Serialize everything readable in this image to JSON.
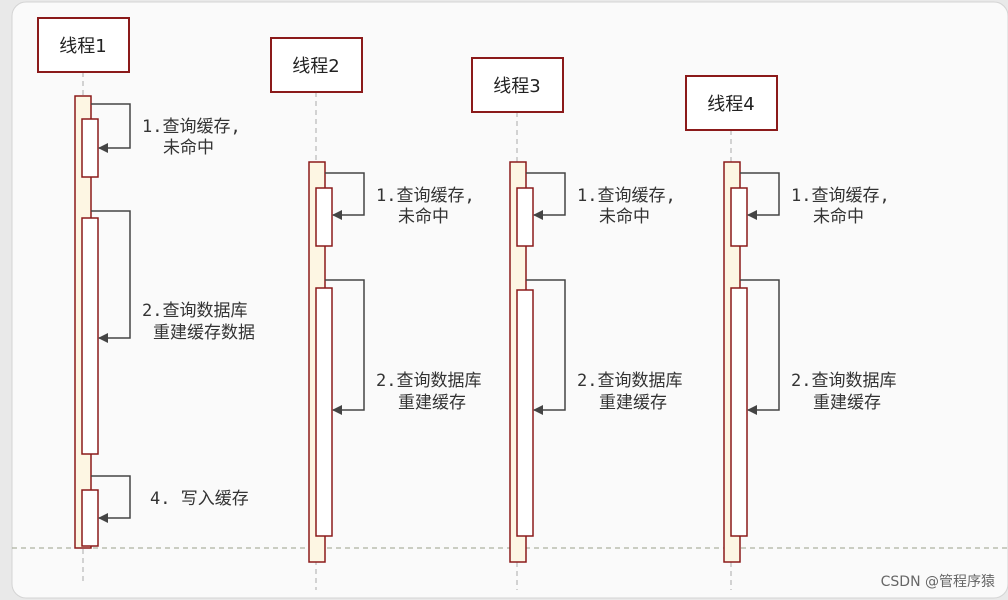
{
  "threads": [
    {
      "name": "线程1"
    },
    {
      "name": "线程2"
    },
    {
      "name": "线程3"
    },
    {
      "name": "线程4"
    }
  ],
  "thread1_steps": {
    "query_line1": "1.查询缓存,",
    "query_line2": "未命中",
    "rebuild_line1": "2.查询数据库",
    "rebuild_line2": "重建缓存数据",
    "write_line1": "4. 写入缓存"
  },
  "other_steps": {
    "query_line1": "1.查询缓存,",
    "query_line2": "未命中",
    "rebuild_line1": "2.查询数据库",
    "rebuild_line2": "重建缓存"
  },
  "watermark": "CSDN @管程序猿",
  "colors": {
    "box_border": "#8b1a1a",
    "activation_fill": "#fdf6e3",
    "arrow": "#444444",
    "dashed": "#9aa08a"
  }
}
